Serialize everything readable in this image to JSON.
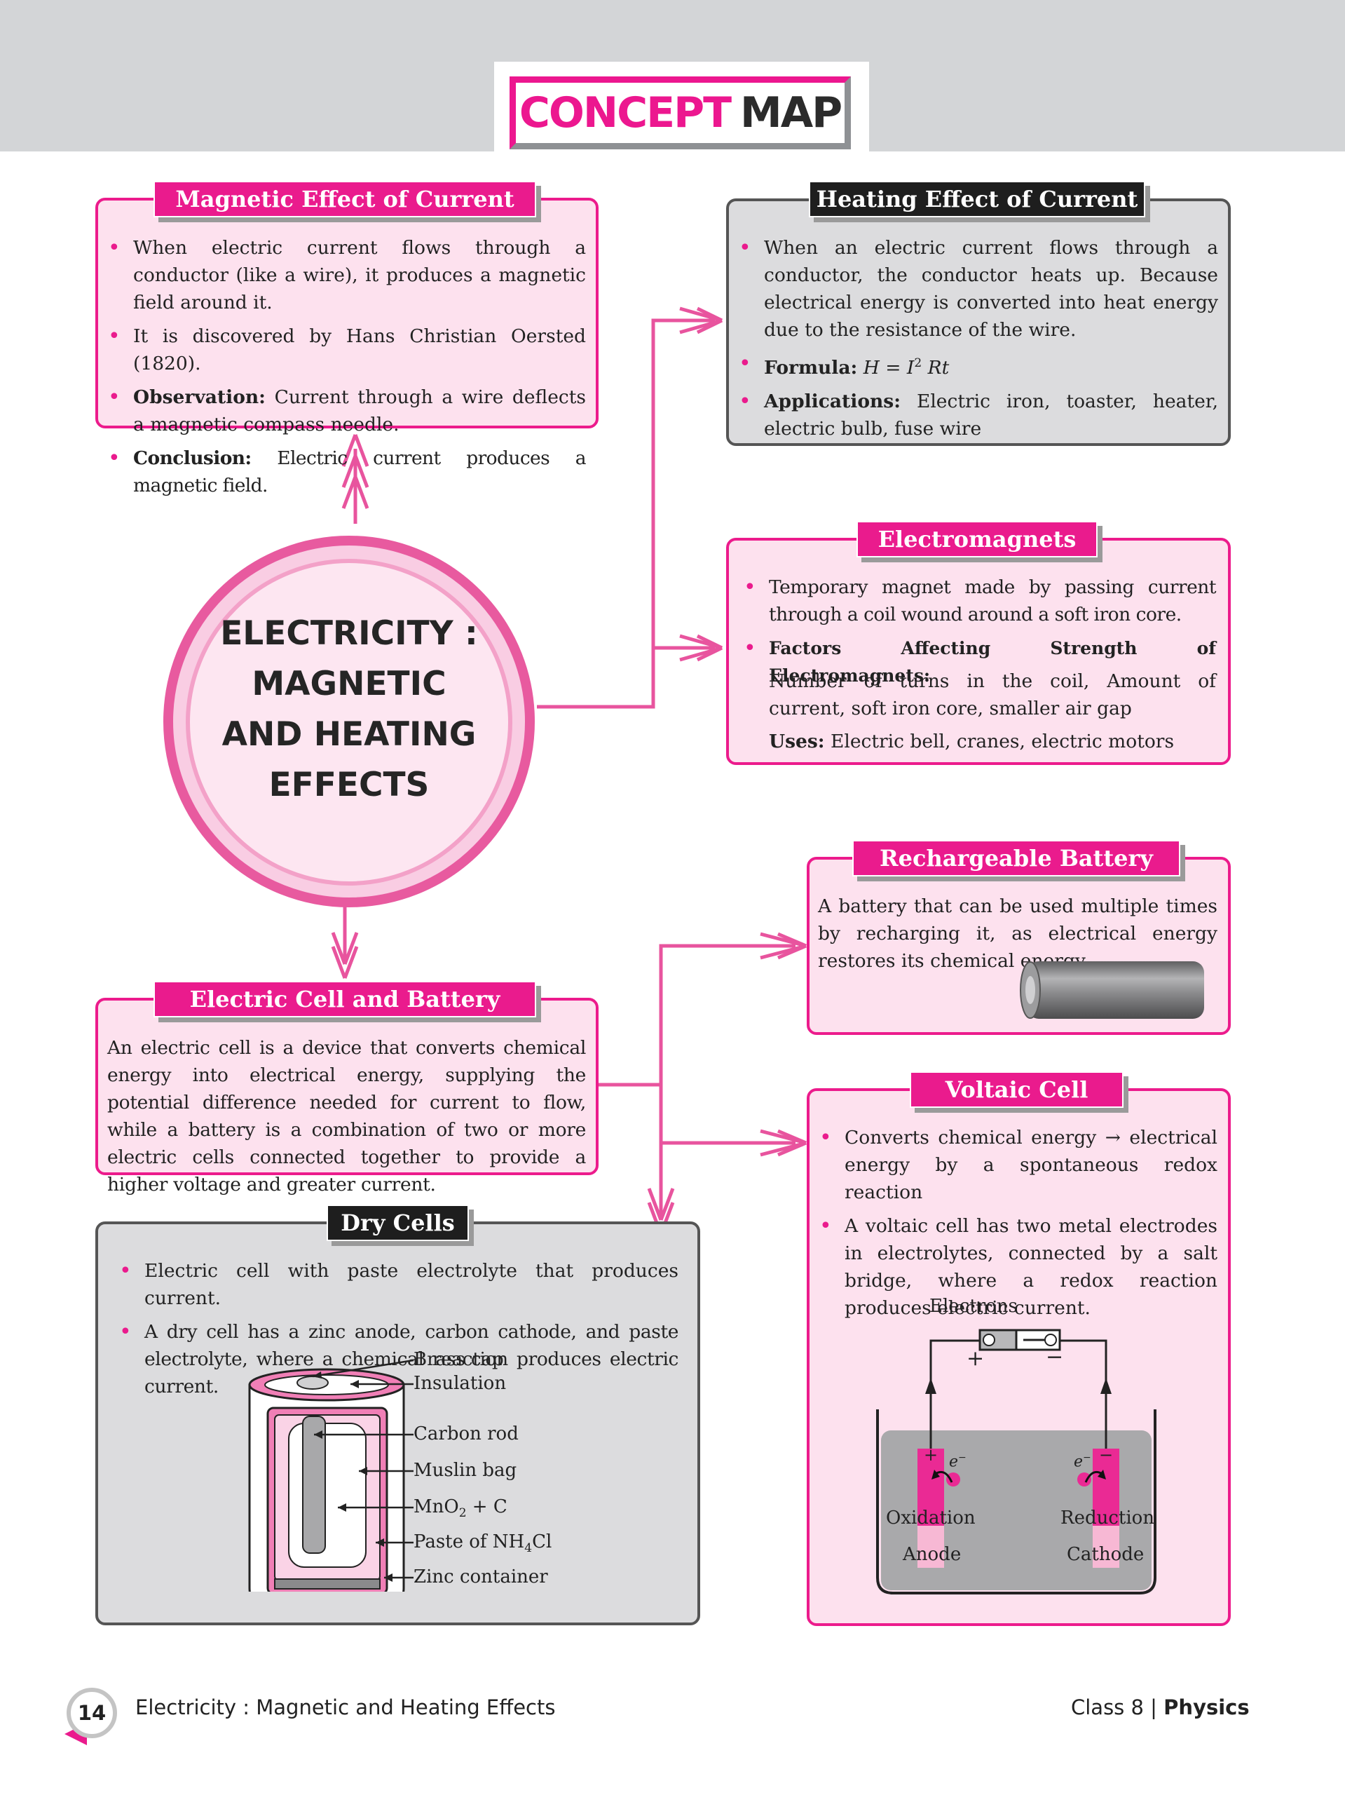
{
  "header": {
    "title_part1": "CONCEPT",
    "title_part2": "MAP"
  },
  "center": {
    "line1": "ELECTRICITY :",
    "line2": "MAGNETIC",
    "line3": "AND HEATING",
    "line4": "EFFECTS"
  },
  "magnetic": {
    "title": "Magnetic Effect of Current",
    "b1": "When electric current flows through a conductor (like a wire), it produces a magnetic field around it.",
    "b2": "It is discovered by Hans Christian Oersted (1820).",
    "b3_label": "Observation:",
    "b3_text": " Current through a wire deflects a magnetic compass needle.",
    "b4_label": "Conclusion:",
    "b4_text": " Electric current produces a magnetic field."
  },
  "heating": {
    "title": "Heating Effect of Current",
    "b1": "When an electric current flows through a conductor, the conductor heats up. Because electrical energy is converted into heat energy due to the resistance of the wire.",
    "b2_label": "Formula:",
    "b2_formula": "H = I",
    "b2_exp": "2",
    "b2_tail": " Rt",
    "b3_label": "Applications:",
    "b3_text": " Electric iron, toaster, heater, electric bulb, fuse wire"
  },
  "electromagnets": {
    "title": "Electromagnets",
    "b1": "Temporary magnet made by passing current through a coil wound around a soft iron core.",
    "b2_label": "Factors Affecting Strength of Electromagnets:",
    "p1": "Number of turns in the coil, Amount of current, soft iron core, smaller air gap",
    "p2_label": "Uses:",
    "p2_text": " Electric bell, cranes, electric motors"
  },
  "rechargeable": {
    "title": "Rechargeable Battery",
    "text": "A battery that can be used multiple times by recharging it, as electrical energy restores its chemical energy."
  },
  "cell_battery": {
    "title": "Electric Cell and Battery",
    "text": "An electric cell is a device that converts chemical energy into electrical energy, supplying the potential difference needed for current to flow, while a battery is a combination of two or more electric cells connected together to provide a higher voltage and greater current."
  },
  "voltaic": {
    "title": "Voltaic Cell",
    "b1": "Converts chemical energy → electrical energy by a spontaneous redox reaction",
    "b2": "A voltaic cell has two metal electrodes in electrolytes, connected by a salt bridge, where a redox reaction produces electric current.",
    "diagram": {
      "electrons": "Electrons",
      "plus": "+",
      "minus": "−",
      "e_left": "e",
      "e_right": "e",
      "e_sup": "−",
      "oxidation": "Oxidation",
      "anode": "Anode",
      "reduction": "Reduction",
      "cathode": "Cathode"
    }
  },
  "dry": {
    "title": "Dry Cells",
    "b1": "Electric cell with paste electrolyte that produces current.",
    "b2": "A dry cell has a zinc anode, carbon cathode, and paste electrolyte, where a chemical reaction produces electric current.",
    "labels": {
      "brass": "Brass cap",
      "insulation": "Insulation",
      "carbon": "Carbon rod",
      "muslin": "Muslin bag",
      "mno2_a": "MnO",
      "mno2_sub": "2",
      "mno2_b": " + C",
      "paste_a": "Paste of NH",
      "paste_sub": "4",
      "paste_b": "Cl",
      "zinc": "Zinc container"
    }
  },
  "footer": {
    "page": "14",
    "chapter": "Electricity : Magnetic and Heating Effects",
    "class_text": "Class 8 |",
    "subject": "Physics"
  },
  "colors": {
    "accent": "#ec178f",
    "gray": "#8e9194",
    "box_fill": "#fde1ee",
    "gray_fill": "#dcdcde"
  }
}
